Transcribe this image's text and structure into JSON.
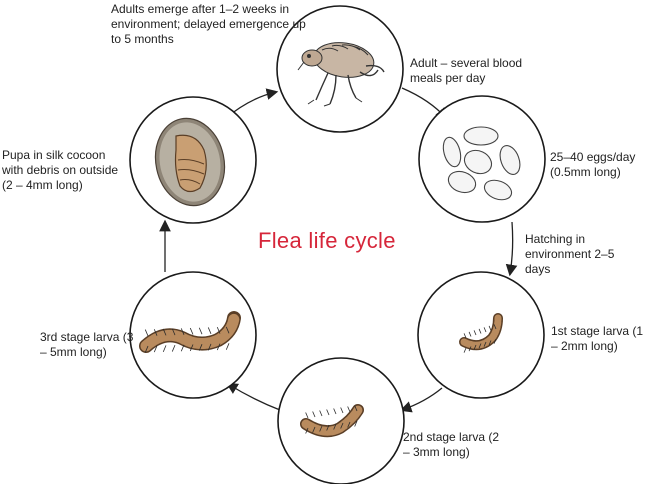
{
  "title": "Flea life cycle",
  "colors": {
    "title": "#d6263a",
    "line": "#222222",
    "larva": "#b98b5e",
    "pupa": "#c99f73"
  },
  "stages": [
    {
      "id": "adult",
      "icon": "adult-flea-icon",
      "label": "Adult – several blood meals per day"
    },
    {
      "id": "eggs",
      "icon": "flea-eggs-icon",
      "label": "25–40 eggs/day (0.5mm long)"
    },
    {
      "id": "larva1",
      "icon": "first-stage-larva-icon",
      "label": "1st stage larva (1 – 2mm long)"
    },
    {
      "id": "larva2",
      "icon": "second-stage-larva-icon",
      "label": "2nd stage larva (2 – 3mm long)"
    },
    {
      "id": "larva3",
      "icon": "third-stage-larva-icon",
      "label": "3rd stage larva (3 – 5mm long)"
    },
    {
      "id": "pupa",
      "icon": "pupa-cocoon-icon",
      "label": "Pupa in silk cocoon with debris on outside (2 – 4mm long)"
    }
  ],
  "notes": {
    "emergence": "Adults emerge after 1–2 weeks in environment; delayed emergence up to 5 months",
    "hatching": "Hatching in environment 2–5 days"
  }
}
